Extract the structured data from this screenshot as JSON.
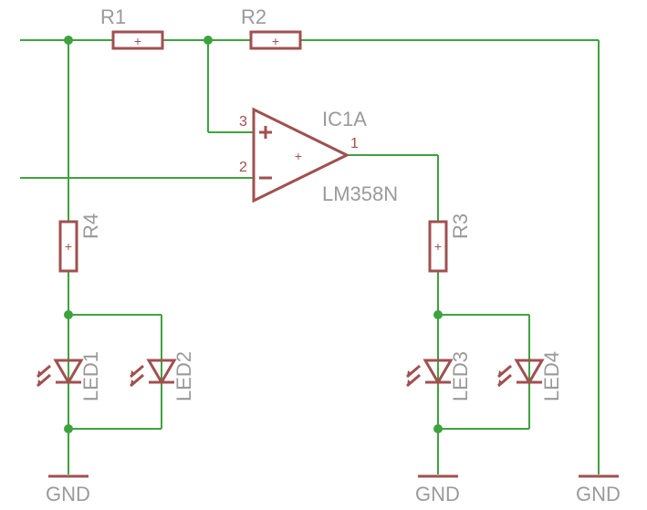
{
  "colors": {
    "wire": "#3ea33e",
    "part": "#a05050",
    "label": "#9a9a9a"
  },
  "labels": {
    "r1": "R1",
    "r2": "R2",
    "r3": "R3",
    "r4": "R4",
    "ic_name": "IC1A",
    "ic_value": "LM358N",
    "pin1": "1",
    "pin2": "2",
    "pin3": "3",
    "led1": "LED1",
    "led2": "LED2",
    "led3": "LED3",
    "led4": "LED4",
    "gnd1": "GND",
    "gnd2": "GND",
    "gnd3": "GND"
  },
  "symbols": {
    "plus": "+",
    "minus": "−"
  }
}
